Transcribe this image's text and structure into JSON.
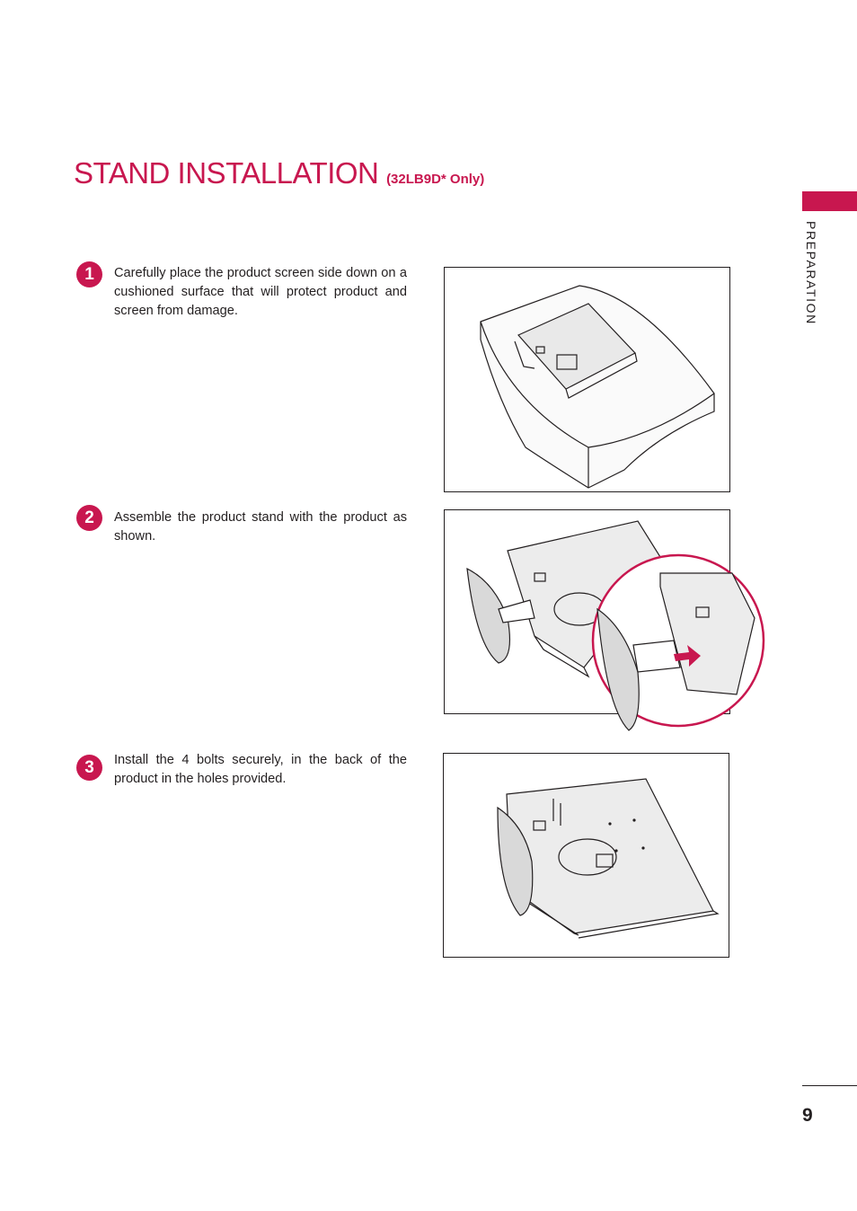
{
  "header": {
    "title": "STAND INSTALLATION",
    "subtitle": "(32LB9D* Only)",
    "section_tab": "PREPARATION"
  },
  "steps": [
    {
      "number": "1",
      "text": "Carefully place the product screen side down on a cushioned surface that will protect product and screen from damage."
    },
    {
      "number": "2",
      "text": "Assemble the product stand with the product as shown."
    },
    {
      "number": "3",
      "text": "Install the 4 bolts securely, in the back of the product in the holes provided."
    }
  ],
  "footer": {
    "page_number": "9"
  },
  "colors": {
    "accent": "#c8174f",
    "text": "#231f20",
    "border": "#231f20"
  }
}
